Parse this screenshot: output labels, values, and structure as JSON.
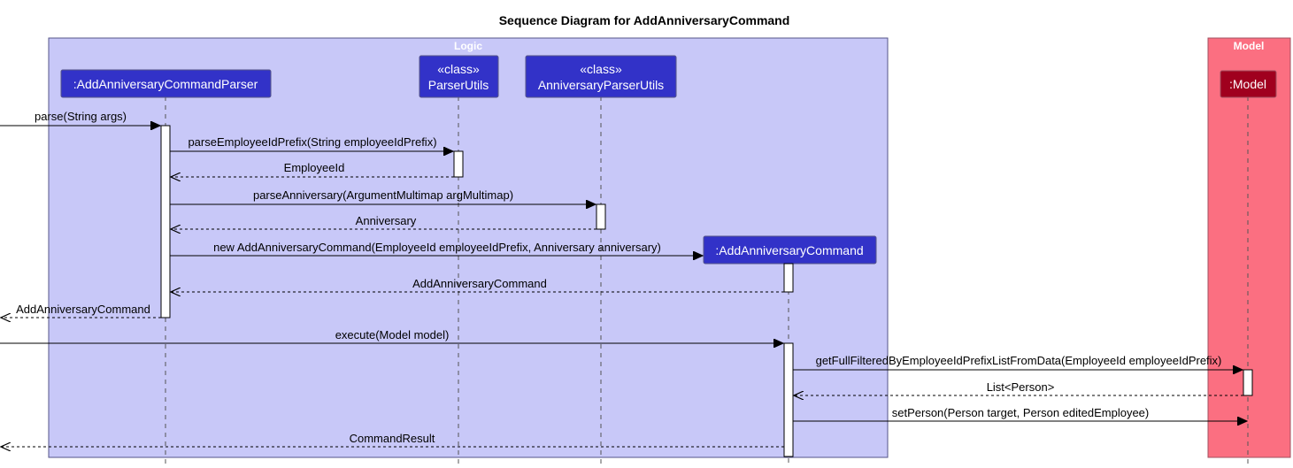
{
  "title": "Sequence Diagram for AddAnniversaryCommand",
  "colors": {
    "logic_fill": "#c8c8f8",
    "logic_stroke": "#555588",
    "model_fill": "#fb6f81",
    "model_stroke": "#a05060",
    "logic_participant": "#3232c8",
    "model_participant": "#a0001e"
  },
  "groups": [
    {
      "id": "logic",
      "label": "Logic"
    },
    {
      "id": "model",
      "label": "Model"
    }
  ],
  "participants": [
    {
      "id": "parser",
      "lines": [
        ":AddAnniversaryCommandParser"
      ],
      "group": "logic"
    },
    {
      "id": "parserutils",
      "lines": [
        "«class»",
        "ParserUtils"
      ],
      "group": "logic"
    },
    {
      "id": "annivutils",
      "lines": [
        "«class»",
        "AnniversaryParserUtils"
      ],
      "group": "logic"
    },
    {
      "id": "command",
      "lines": [
        ":AddAnniversaryCommand"
      ],
      "group": "logic"
    },
    {
      "id": "model",
      "lines": [
        ":Model"
      ],
      "group": "model"
    }
  ],
  "messages": [
    {
      "label": "parse(String args)",
      "from": "outside",
      "to": "parser",
      "type": "call"
    },
    {
      "label": "parseEmployeeIdPrefix(String employeeIdPrefix)",
      "from": "parser",
      "to": "parserutils",
      "type": "call"
    },
    {
      "label": "EmployeeId",
      "from": "parserutils",
      "to": "parser",
      "type": "return"
    },
    {
      "label": "parseAnniversary(ArgumentMultimap argMultimap)",
      "from": "parser",
      "to": "annivutils",
      "type": "call"
    },
    {
      "label": "Anniversary",
      "from": "annivutils",
      "to": "parser",
      "type": "return"
    },
    {
      "label": "new AddAnniversaryCommand(EmployeeId employeeIdPrefix, Anniversary anniversary)",
      "from": "parser",
      "to": "command",
      "type": "create"
    },
    {
      "label": "AddAnniversaryCommand",
      "from": "command",
      "to": "parser",
      "type": "return"
    },
    {
      "label": "AddAnniversaryCommand",
      "from": "parser",
      "to": "outside",
      "type": "return"
    },
    {
      "label": "execute(Model model)",
      "from": "outside",
      "to": "command",
      "type": "call"
    },
    {
      "label": "getFullFilteredByEmployeeIdPrefixListFromData(EmployeeId employeeIdPrefix)",
      "from": "command",
      "to": "model",
      "type": "call"
    },
    {
      "label": "List<Person>",
      "from": "model",
      "to": "command",
      "type": "return"
    },
    {
      "label": "setPerson(Person target, Person editedEmployee)",
      "from": "command",
      "to": "model",
      "type": "call"
    },
    {
      "label": "CommandResult",
      "from": "command",
      "to": "outside",
      "type": "return"
    }
  ]
}
